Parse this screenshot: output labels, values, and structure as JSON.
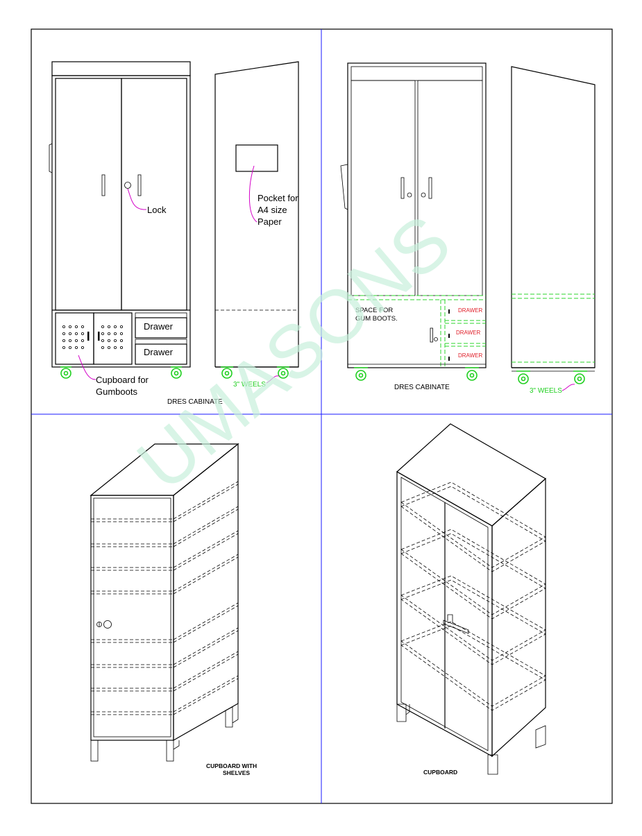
{
  "watermark": "UMASONS",
  "panel_top_left": {
    "lock_label": "Lock",
    "cupboard_label_line1": "Cupboard for",
    "cupboard_label_line2": "Gumboots",
    "drawer_label_top": "Drawer",
    "drawer_label_bottom": "Drawer",
    "pocket_label_line1": "Pocket for",
    "pocket_label_line2": "A4 size",
    "pocket_label_line3": "Paper",
    "wheels_label": "3\" WEELS",
    "title": "DRES  CABINATE"
  },
  "panel_top_right": {
    "space_label_line1": "SPACE FOR",
    "space_label_line2": "GUM BOOTS.",
    "drawer_labels": [
      "DRAWER",
      "DRAWER",
      "DRAWER"
    ],
    "title": "DRES  CABINATE",
    "wheels_label": "3\" WEELS"
  },
  "panel_bottom_left": {
    "title_line1": "CUPBOARD WITH",
    "title_line2": "SHELVES"
  },
  "panel_bottom_right": {
    "title": "CUPBOARD"
  },
  "colors": {
    "frame": "#000000",
    "divider": "#1a1aff",
    "wheels": "#1fcf1f",
    "leader": "#d400c8",
    "drawer_text": "#e0202a",
    "watermark": "#c8f0dc"
  }
}
